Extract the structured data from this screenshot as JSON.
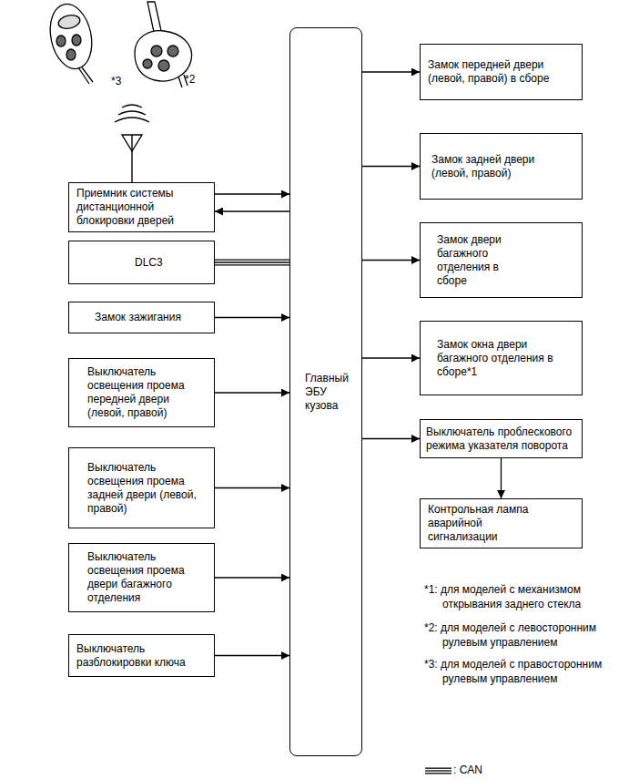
{
  "diagram": {
    "nodes": [
      {
        "text": [
          "Приемник системы дистанционной блокировки дверей"
        ]
      },
      {
        "text": [
          "DLC3"
        ]
      },
      {
        "text": [
          "Замок зажигания"
        ]
      },
      {
        "text": [
          "Выключатель освещения проема передней двери (левой, правой)"
        ]
      },
      {
        "text": [
          "Выключатель освещения проема задней двери (левой, правой)"
        ]
      },
      {
        "text": [
          "Выключатель освещения проема двери багажного отделения"
        ]
      },
      {
        "text": [
          "Выключатель разблокировки ключа"
        ]
      },
      {
        "text": [
          "Главный ЭБУ кузова"
        ]
      },
      {
        "text": [
          "Замок передней двери (левой, правой) в сборе"
        ]
      },
      {
        "text": [
          "Замок задней двери (левой, правой)"
        ]
      },
      {
        "text": [
          "Замок двери багажного отделения в сборе"
        ]
      },
      {
        "text": [
          "Замок окна двери багажного отделения в сборе*1"
        ]
      },
      {
        "text": [
          "Выключатель проблескового режима указателя поворота"
        ]
      },
      {
        "text": [
          "Контрольная лампа аварийной сигнализации"
        ]
      }
    ],
    "edges": [
      {
        "from": 0,
        "to": 7,
        "arrow": "to"
      },
      {
        "from": 7,
        "to": 0,
        "arrow": "to"
      },
      {
        "from": 1,
        "to": 7,
        "arrow": "none"
      },
      {
        "from": 2,
        "to": 7,
        "arrow": "to"
      },
      {
        "from": 3,
        "to": 7,
        "arrow": "to"
      },
      {
        "from": 4,
        "to": 7,
        "arrow": "to"
      },
      {
        "from": 5,
        "to": 7,
        "arrow": "to"
      },
      {
        "from": 6,
        "to": 7,
        "arrow": "to"
      },
      {
        "from": 7,
        "to": 8,
        "arrow": "to"
      },
      {
        "from": 7,
        "to": 9,
        "arrow": "to"
      },
      {
        "from": 7,
        "to": 10,
        "arrow": "to"
      },
      {
        "from": 7,
        "to": 11,
        "arrow": "to"
      },
      {
        "from": 7,
        "to": 12,
        "arrow": "to"
      },
      {
        "from": 12,
        "to": 13,
        "arrow": "to"
      }
    ],
    "labels": [
      "*3",
      "*2",
      "*1: для моделей с механизмом открывания заднего стекла",
      "*2: для моделей с левосторонним рулевым управлением",
      "*3: для моделей с правосторонним рулевым управлением"
    ],
    "legend": [
      {
        "text": ": CAN"
      }
    ]
  }
}
